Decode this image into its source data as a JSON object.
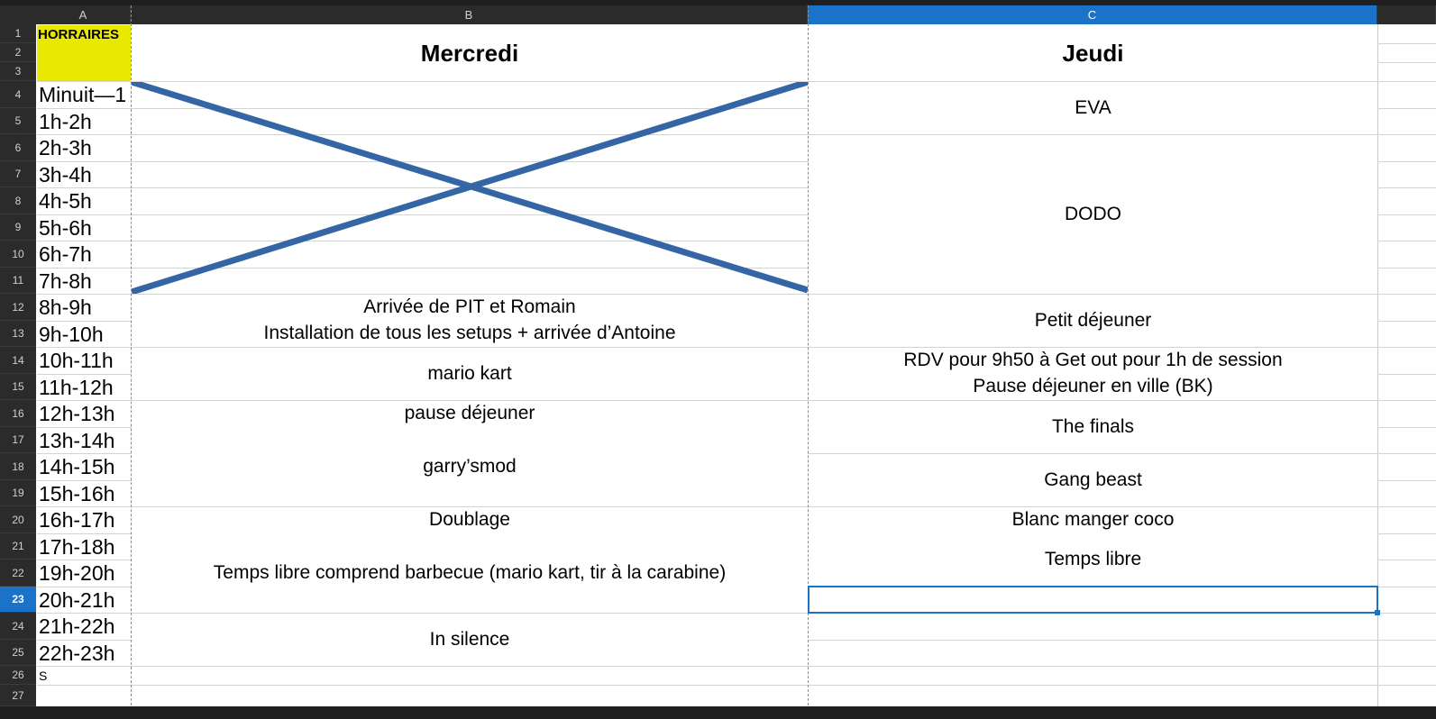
{
  "columns": [
    {
      "label": "A",
      "selected": false
    },
    {
      "label": "B",
      "selected": false
    },
    {
      "label": "C",
      "selected": true
    }
  ],
  "rows": [
    "1",
    "2",
    "3",
    "4",
    "5",
    "6",
    "7",
    "8",
    "9",
    "10",
    "11",
    "12",
    "13",
    "14",
    "15",
    "16",
    "17",
    "18",
    "19",
    "20",
    "21",
    "22",
    "23",
    "24",
    "25",
    "26",
    "27"
  ],
  "selected_row": "23",
  "header_cell": "HORRAIRES",
  "day_headers": {
    "mercredi": "Mercredi",
    "jeudi": "Jeudi"
  },
  "time_slots": [
    "Minuit—1",
    "1h-2h",
    "2h-3h",
    "3h-4h",
    "4h-5h",
    "5h-6h",
    "6h-7h",
    "7h-8h",
    "8h-9h",
    "9h-10h",
    "10h-11h",
    "11h-12h",
    "12h-13h",
    "13h-14h",
    "14h-15h",
    "15h-16h",
    "16h-17h",
    "17h-18h",
    "19h-20h",
    "20h-21h",
    "21h-22h",
    "22h-23h",
    "S"
  ],
  "mercredi": {
    "arrivee": "Arrivée de PIT et Romain",
    "installation": "Installation de tous les setups + arrivée d’Antoine",
    "mario_kart": "mario kart",
    "pause": "pause déjeuner",
    "garrys_mod": "garry’smod",
    "doublage": "Doublage",
    "temps_libre": "Temps libre comprend barbecue (mario kart, tir à la carabine)",
    "in_silence": "In silence"
  },
  "jeudi": {
    "eva": "EVA",
    "dodo": "DODO",
    "petit_dej": "Petit déjeuner",
    "rdv": "RDV pour 9h50 à Get out pour 1h de session",
    "pause": "Pause déjeuner en ville (BK)",
    "finals": "The finals",
    "gang_beast": "Gang beast",
    "blanc_manger": "Blanc manger coco",
    "temps_libre": "Temps libre"
  },
  "colors": {
    "highlight": "#e8e800",
    "cross": "#3465a4",
    "selection": "#1a73c9"
  }
}
